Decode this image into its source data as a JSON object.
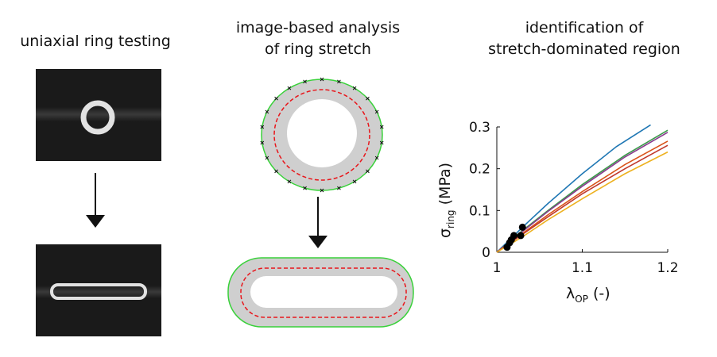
{
  "panels": {
    "left_title": "uniaxial ring testing",
    "middle_title": "image-based analysis\nof ring stretch",
    "right_title": "identification of\nstretch-dominated region"
  },
  "colors": {
    "contour_green": "#39d13a",
    "midline_red": "#e8161b",
    "tissue_gray": "#cfcfcf",
    "photo_bg": "#1a1a1a"
  },
  "chart_data": {
    "type": "line",
    "xlabel": {
      "main": "λ",
      "sub": "OP",
      "unit": " (-)"
    },
    "ylabel": {
      "main": "σ",
      "sub": "ring",
      "unit": " (MPa)"
    },
    "xlim": [
      1,
      1.2
    ],
    "ylim": [
      0,
      0.3
    ],
    "x_ticks": [
      "1",
      "1.1",
      "1.2"
    ],
    "y_ticks": [
      "0",
      "0.1",
      "0.2",
      "0.3"
    ],
    "grid": false,
    "series": [
      {
        "color": "#1f77b4",
        "x": [
          1.0,
          1.03,
          1.06,
          1.1,
          1.14,
          1.18
        ],
        "y": [
          0.0,
          0.06,
          0.117,
          0.188,
          0.253,
          0.305
        ]
      },
      {
        "color": "#3a9a4a",
        "x": [
          1.0,
          1.03,
          1.06,
          1.1,
          1.15,
          1.2
        ],
        "y": [
          0.0,
          0.052,
          0.1,
          0.162,
          0.232,
          0.292
        ]
      },
      {
        "color": "#8a3b8f",
        "x": [
          1.0,
          1.03,
          1.06,
          1.1,
          1.15,
          1.2
        ],
        "y": [
          0.0,
          0.05,
          0.098,
          0.158,
          0.228,
          0.287
        ]
      },
      {
        "color": "#d95319",
        "x": [
          1.0,
          1.03,
          1.06,
          1.1,
          1.15,
          1.2
        ],
        "y": [
          0.0,
          0.045,
          0.09,
          0.145,
          0.21,
          0.266
        ]
      },
      {
        "color": "#c0392b",
        "x": [
          1.0,
          1.03,
          1.06,
          1.1,
          1.15,
          1.2
        ],
        "y": [
          0.0,
          0.043,
          0.085,
          0.14,
          0.2,
          0.256
        ]
      },
      {
        "color": "#edb120",
        "x": [
          1.0,
          1.03,
          1.06,
          1.1,
          1.15,
          1.2
        ],
        "y": [
          0.0,
          0.037,
          0.078,
          0.128,
          0.188,
          0.24
        ]
      }
    ],
    "points": [
      {
        "x": 1.012,
        "y": 0.012
      },
      {
        "x": 1.015,
        "y": 0.023
      },
      {
        "x": 1.017,
        "y": 0.03
      },
      {
        "x": 1.02,
        "y": 0.04
      },
      {
        "x": 1.028,
        "y": 0.04
      },
      {
        "x": 1.03,
        "y": 0.06
      }
    ]
  }
}
